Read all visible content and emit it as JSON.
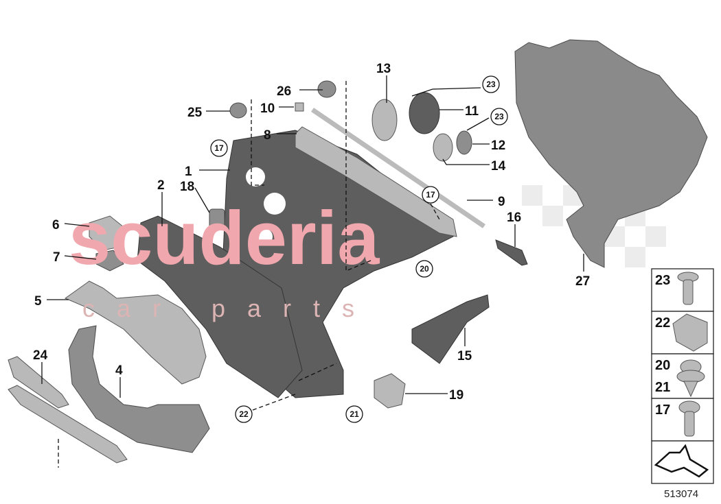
{
  "diagram_id": "513074",
  "watermark": {
    "main": "scuderia",
    "sub": "car parts"
  },
  "callouts": {
    "c1": "1",
    "c2": "2",
    "c4": "4",
    "c5": "5",
    "c6": "6",
    "c7": "7",
    "c8": "8",
    "c9": "9",
    "c10": "10",
    "c11": "11",
    "c12": "12",
    "c13": "13",
    "c14": "14",
    "c15": "15",
    "c16": "16",
    "c18": "18",
    "c19": "19",
    "c24": "24",
    "c25": "25",
    "c26": "26",
    "c27": "27",
    "circ17a": "17",
    "circ17b": "17",
    "circ20": "20",
    "circ21": "21",
    "circ22": "22",
    "circ23a": "23",
    "circ23b": "23"
  },
  "legend": [
    {
      "labels": [
        "23"
      ],
      "icon": "screw-icon"
    },
    {
      "labels": [
        "22"
      ],
      "icon": "clip-nut-icon"
    },
    {
      "labels": [
        "20",
        "21"
      ],
      "icon": "expanding-rivet-icon"
    },
    {
      "labels": [
        "17"
      ],
      "icon": "screw-icon"
    },
    {
      "labels": [],
      "icon": "direction-arrow-icon"
    }
  ]
}
